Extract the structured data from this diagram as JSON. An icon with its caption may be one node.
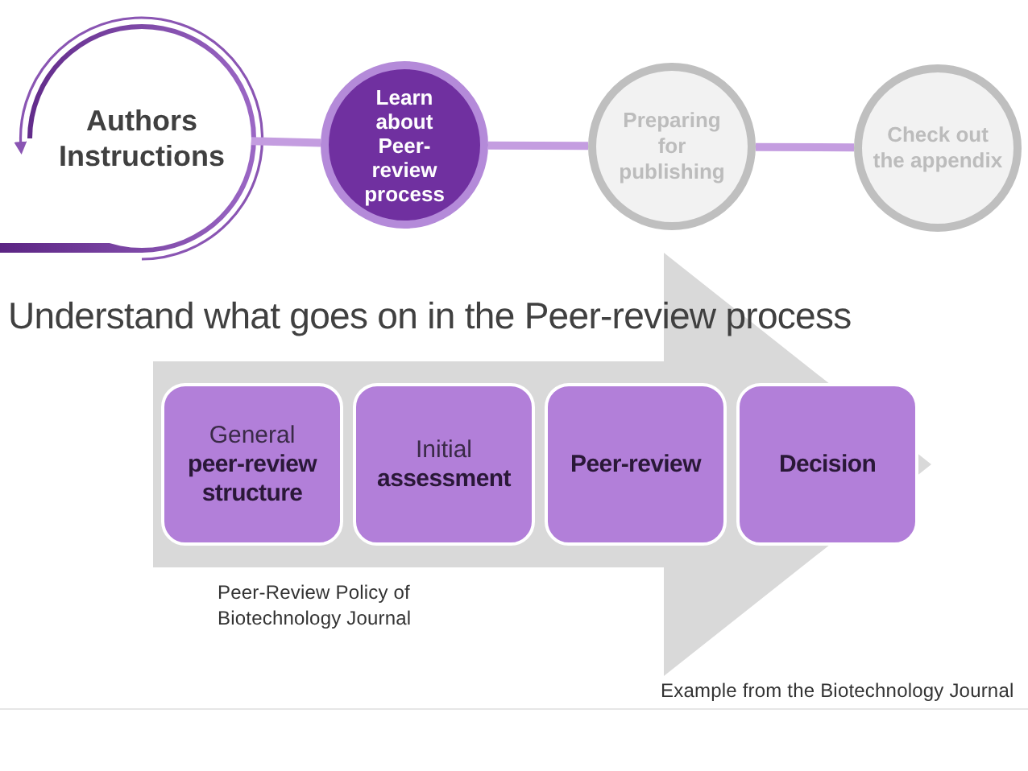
{
  "diagram": {
    "title": "Understand what goes on in the Peer-review process",
    "nodes": [
      {
        "text": [
          "Authors Instructions"
        ]
      },
      {
        "text": [
          "Learn about Peer-review process"
        ]
      },
      {
        "text": [
          "Preparing for publishing"
        ]
      },
      {
        "text": [
          "Check out the appendix"
        ]
      },
      {
        "text": [],
        "shape": "arrow"
      },
      {
        "text": [
          "General",
          "peer-review structure"
        ],
        "in": 4
      },
      {
        "text": [
          "Initial",
          "assessment"
        ],
        "in": 4
      },
      {
        "text": [
          "Peer-review"
        ],
        "in": 4
      },
      {
        "text": [
          "Decision"
        ],
        "in": 4
      }
    ],
    "edges": [
      {
        "from": 0,
        "to": 1,
        "arrow": "none"
      },
      {
        "from": 1,
        "to": 2,
        "arrow": "none"
      },
      {
        "from": 2,
        "to": 3,
        "arrow": "none"
      }
    ],
    "labels": [
      "Peer-Review Policy of Biotechnology Journal",
      "Example from the Biotechnology Journal"
    ]
  }
}
